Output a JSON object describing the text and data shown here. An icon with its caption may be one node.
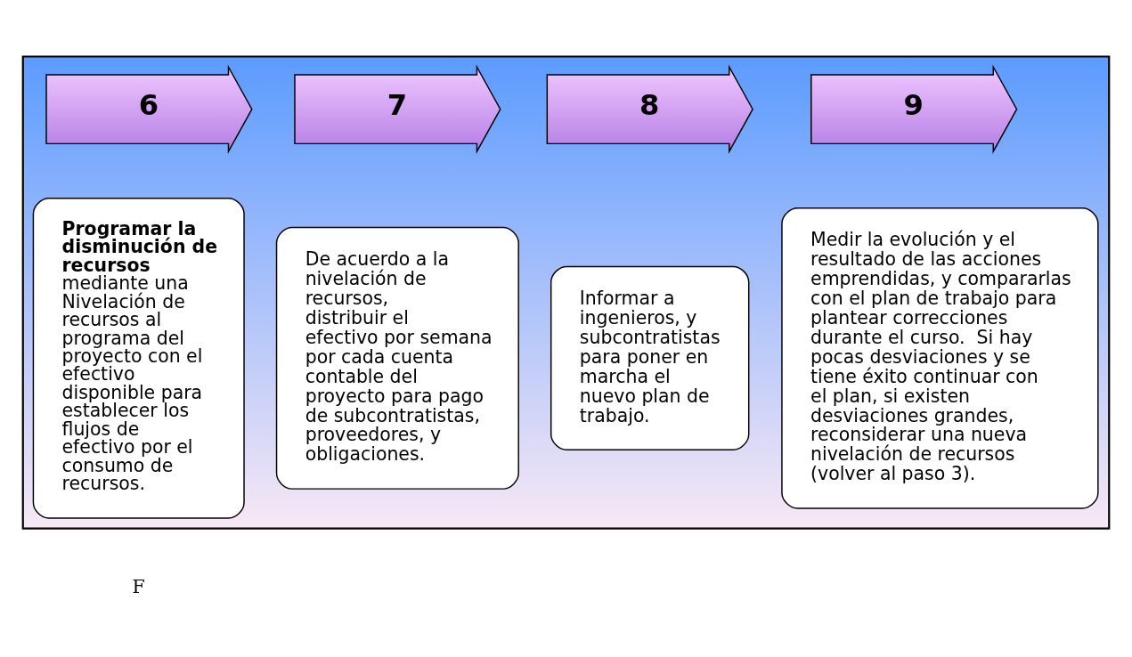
{
  "diagram": {
    "nodes": [
      {
        "text": [],
        "shape": "box"
      },
      {
        "text": [
          "6"
        ],
        "in": 0
      },
      {
        "text": [
          "7"
        ],
        "in": 0
      },
      {
        "text": [
          "8"
        ],
        "in": 0
      },
      {
        "text": [
          "9"
        ],
        "in": 0
      },
      {
        "text": [
          "**Programar la disminución de recursos** mediante una Nivelación de recursos al programa del proyecto con el efectivo disponible para establecer los flujos de efectivo por el consumo de recursos."
        ],
        "in": 0
      },
      {
        "text": [
          "De acuerdo a la nivelación de recursos, distribuir el efectivo por semana por cada cuenta contable del proyecto para pago de subcontratistas, proveedores, y obligaciones."
        ],
        "in": 0
      },
      {
        "text": [
          "Informar a ingenieros, y subcontratistas para poner en marcha el nuevo plan de trabajo."
        ],
        "in": 0
      },
      {
        "text": [
          "Medir la evolución y el resultado de las acciones emprendidas, y compararlas con el plan de trabajo para plantear correcciones durante el curso.  Si hay pocas desviaciones y se tiene éxito continuar con el plan, si existen desviaciones grandes, reconsiderar una nueva nivelación de recursos (volver al paso 3)."
        ],
        "in": 0
      }
    ],
    "edges": [],
    "labels": [
      "F"
    ]
  }
}
